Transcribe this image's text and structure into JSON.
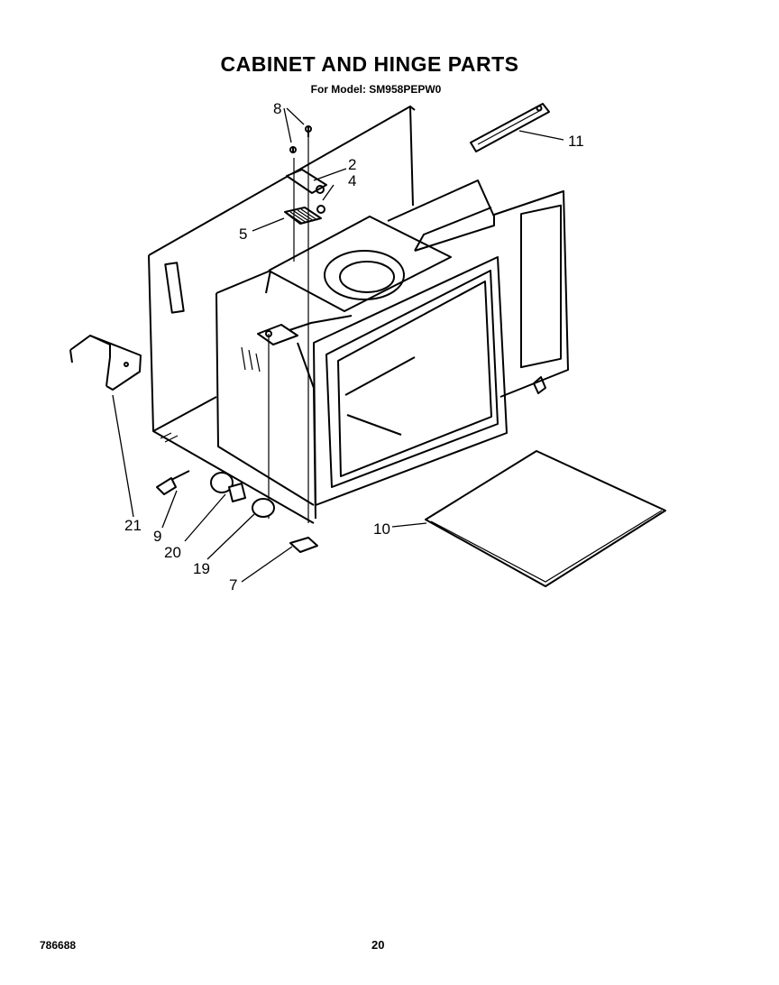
{
  "header": {
    "title": "CABINET AND HINGE PARTS",
    "subtitle": "For Model: SM958PEPW0"
  },
  "footer": {
    "left_code": "786688",
    "page_number": "20"
  },
  "callouts": [
    "8",
    "2",
    "4",
    "5",
    "11",
    "21",
    "9",
    "20",
    "19",
    "7",
    "10"
  ]
}
